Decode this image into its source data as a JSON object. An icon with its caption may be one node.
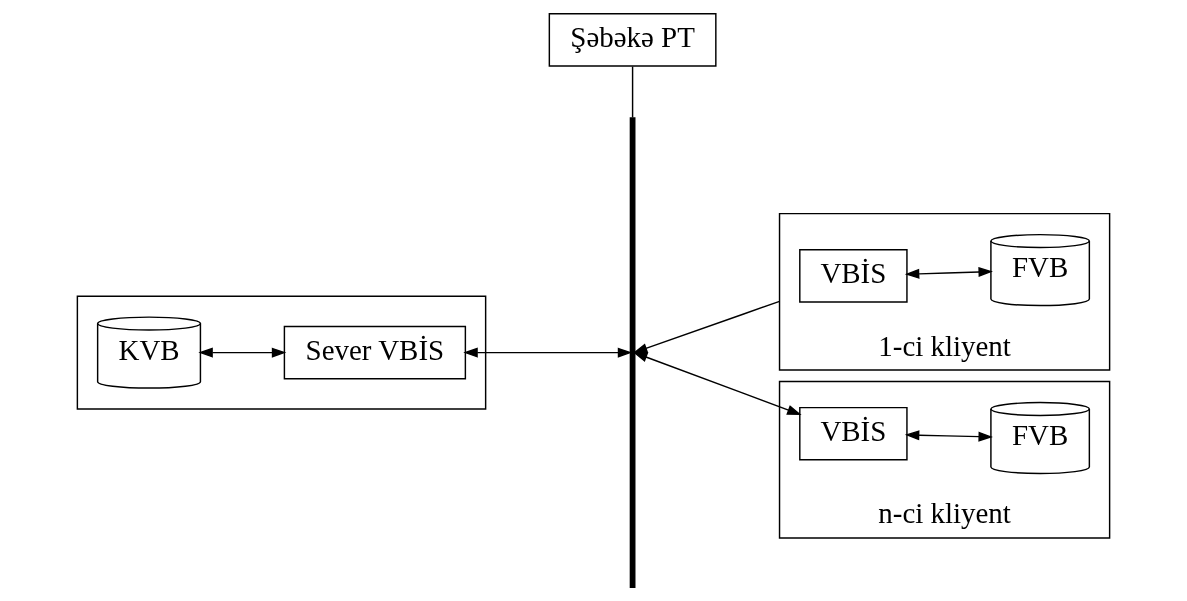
{
  "diagram": {
    "nodes": [
      {
        "text": [
          "Şəbəkə PT"
        ]
      },
      {
        "text": [],
        "shape": "bar"
      },
      {
        "text": [
          "1-ci kliyent"
        ]
      },
      {
        "text": [
          "VBİS"
        ],
        "in": 2
      },
      {
        "text": [
          "FVB"
        ],
        "in": 2
      },
      {
        "text": [],
        "shape": "box"
      },
      {
        "text": [
          "KVB"
        ],
        "in": 5
      },
      {
        "text": [
          "Sever VBİS"
        ],
        "in": 5
      },
      {
        "text": [
          "n-ci kliyent"
        ]
      },
      {
        "text": [
          "VBİS"
        ],
        "in": 8
      },
      {
        "text": [
          "FVB"
        ],
        "in": 8
      }
    ],
    "edges": [
      {
        "from": 0,
        "to": 1,
        "arrow": "none"
      },
      {
        "from": 2,
        "to": 1,
        "arrow": "to"
      },
      {
        "from": 3,
        "to": 4,
        "arrow": "both"
      },
      {
        "from": 6,
        "to": 7,
        "arrow": "both"
      },
      {
        "from": 7,
        "to": 1,
        "arrow": "both"
      },
      {
        "from": 1,
        "to": 9,
        "arrow": "both"
      },
      {
        "from": 9,
        "to": 10,
        "arrow": "both"
      }
    ]
  }
}
